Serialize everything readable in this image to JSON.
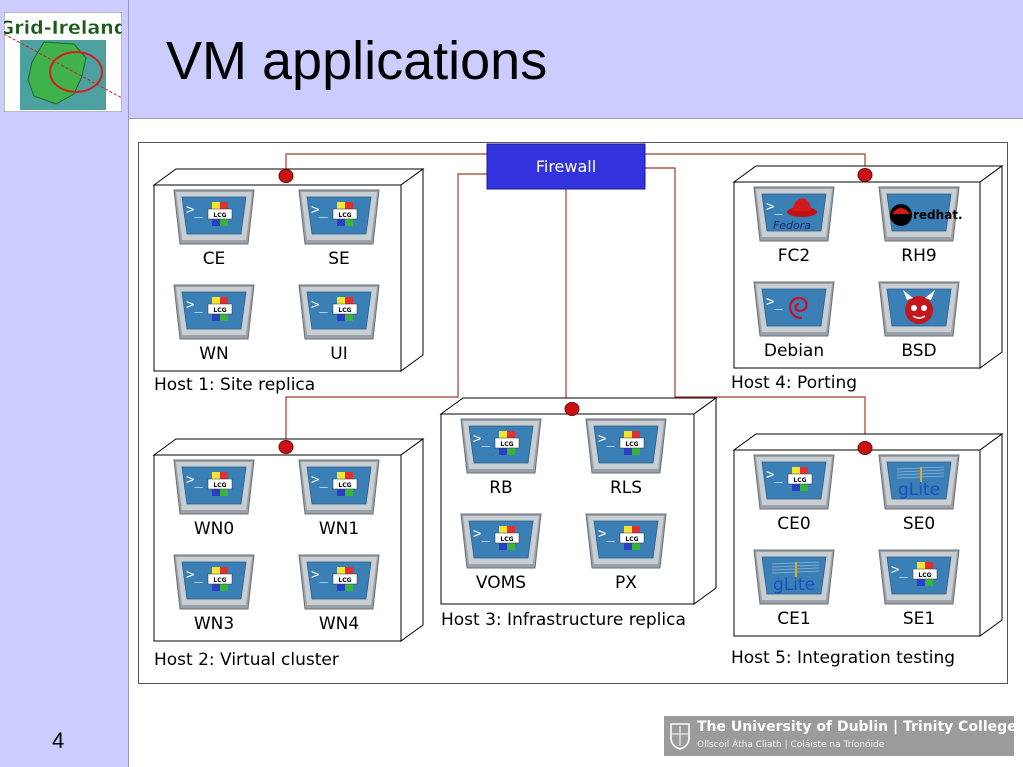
{
  "slide": {
    "title": "VM applications",
    "number": "4",
    "logo_text": "Grid-Ireland"
  },
  "diagram": {
    "firewall": "Firewall",
    "colors": {
      "link": "#a63a2a",
      "node": "#cc1111",
      "firewall_fill": "#3333dd",
      "firewall_border": "#1a1aa0",
      "box_stroke": "#000000",
      "screen": "#3a7fb5",
      "bezel": "#c9ced3"
    },
    "hosts": [
      {
        "id": "host1",
        "label": "Host 1: Site replica",
        "vms": [
          {
            "name": "CE",
            "icon": "lcg-terminal-icon"
          },
          {
            "name": "SE",
            "icon": "lcg-terminal-icon"
          },
          {
            "name": "WN",
            "icon": "lcg-terminal-icon"
          },
          {
            "name": "UI",
            "icon": "lcg-terminal-icon"
          }
        ]
      },
      {
        "id": "host2",
        "label": "Host 2: Virtual cluster",
        "vms": [
          {
            "name": "WN0",
            "icon": "lcg-terminal-icon"
          },
          {
            "name": "WN1",
            "icon": "lcg-terminal-icon"
          },
          {
            "name": "WN3",
            "icon": "lcg-terminal-icon"
          },
          {
            "name": "WN4",
            "icon": "lcg-terminal-icon"
          }
        ]
      },
      {
        "id": "host3",
        "label": "Host 3: Infrastructure replica",
        "vms": [
          {
            "name": "RB",
            "icon": "lcg-terminal-icon"
          },
          {
            "name": "RLS",
            "icon": "lcg-terminal-icon"
          },
          {
            "name": "VOMS",
            "icon": "lcg-terminal-icon"
          },
          {
            "name": "PX",
            "icon": "lcg-terminal-icon"
          }
        ]
      },
      {
        "id": "host4",
        "label": "Host 4: Porting",
        "vms": [
          {
            "name": "FC2",
            "icon": "fedora-icon",
            "badge": "Fedora"
          },
          {
            "name": "RH9",
            "icon": "redhat-icon",
            "badge": "redhat."
          },
          {
            "name": "Debian",
            "icon": "debian-swirl-icon"
          },
          {
            "name": "BSD",
            "icon": "bsd-daemon-icon"
          }
        ]
      },
      {
        "id": "host5",
        "label": "Host 5: Integration testing",
        "vms": [
          {
            "name": "CE0",
            "icon": "lcg-terminal-icon"
          },
          {
            "name": "SE0",
            "icon": "glite-icon",
            "badge": "gLite"
          },
          {
            "name": "CE1",
            "icon": "glite-icon",
            "badge": "gLite"
          },
          {
            "name": "SE1",
            "icon": "lcg-terminal-icon"
          }
        ]
      }
    ]
  },
  "footer": {
    "main": "The University of Dublin | Trinity College",
    "sub": "Ollscoil Átha Cliath | Coláiste na Tríonóide"
  }
}
